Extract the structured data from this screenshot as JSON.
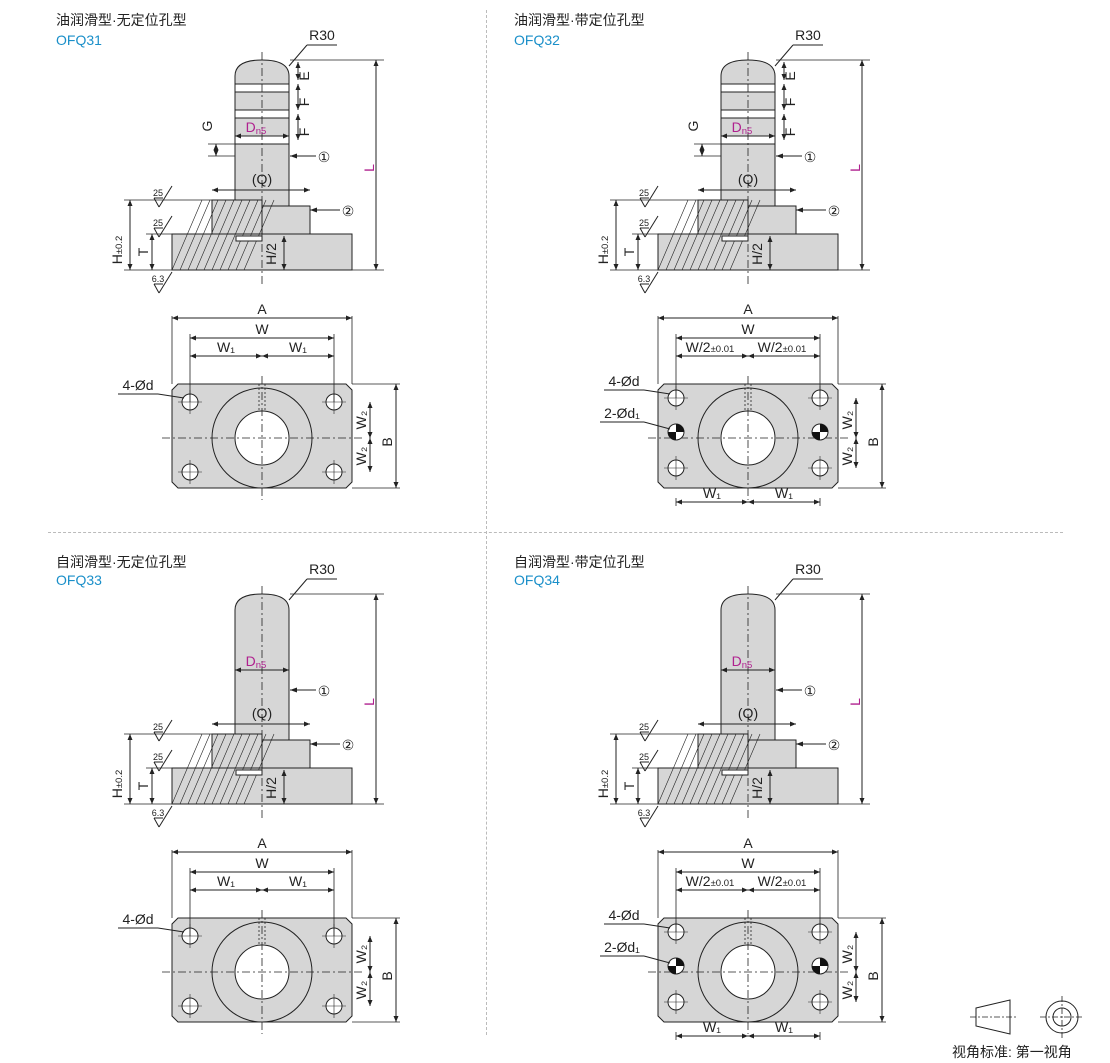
{
  "cells": [
    {
      "title": "油润滑型·无定位孔型",
      "code": "OFQ31",
      "located": false,
      "grooves": true
    },
    {
      "title": "油润滑型·带定位孔型",
      "code": "OFQ32",
      "located": true,
      "grooves": true
    },
    {
      "title": "自润滑型·无定位孔型",
      "code": "OFQ33",
      "located": false,
      "grooves": false
    },
    {
      "title": "自润滑型·带定位孔型",
      "code": "OFQ34",
      "located": true,
      "grooves": false
    }
  ],
  "labels": {
    "r30": "R30",
    "d_main": "D",
    "d_sub": "n5",
    "q": "(Q)",
    "l": "L",
    "e": "E",
    "f": "F",
    "g": "G",
    "circle1": "①",
    "circle2": "②",
    "h": "H",
    "h_tol": "±0.2",
    "t": "T",
    "h2": "H/2",
    "rough25": "25",
    "rough63": "6.3",
    "a": "A",
    "w": "W",
    "w1": "W₁",
    "w2": "W₂",
    "b": "B",
    "hole4": "4-Ød",
    "hole2": "2-Ød₁",
    "whalf": "W/2",
    "whalf_tol": "±0.01"
  },
  "legend": {
    "standard": "视角标准: 第一视角"
  },
  "colors": {
    "accent": "#1a8fc9",
    "magenta": "#b0218f",
    "fill": "#d6d6d6",
    "line": "#222222"
  }
}
